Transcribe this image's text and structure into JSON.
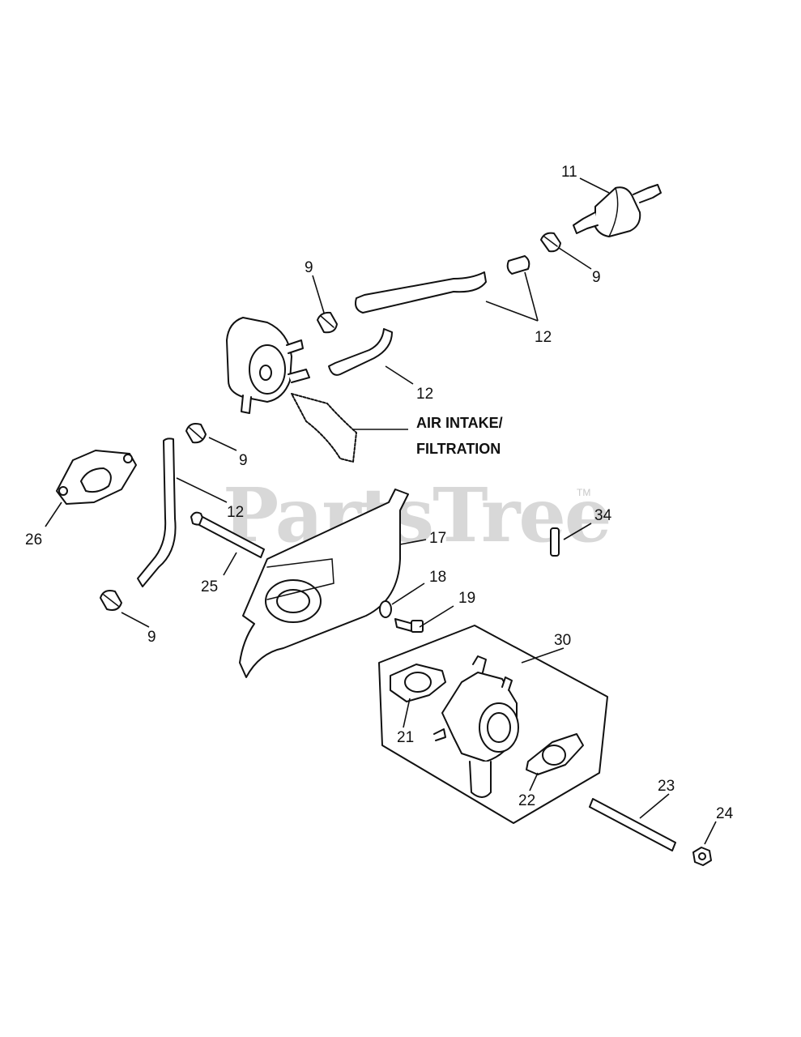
{
  "watermark": {
    "text": "PartsTree",
    "tm": "TM"
  },
  "note": {
    "line1": "AIR INTAKE/",
    "line2": "FILTRATION"
  },
  "callouts": {
    "c11": "11",
    "c9a": "9",
    "c9b": "9",
    "c12a": "12",
    "c12b": "12",
    "c9c": "9",
    "c26": "26",
    "c12c": "12",
    "c17": "17",
    "c25": "25",
    "c34": "34",
    "c9d": "9",
    "c18": "18",
    "c19": "19",
    "c30": "30",
    "c21": "21",
    "c22": "22",
    "c23": "23",
    "c24": "24"
  }
}
